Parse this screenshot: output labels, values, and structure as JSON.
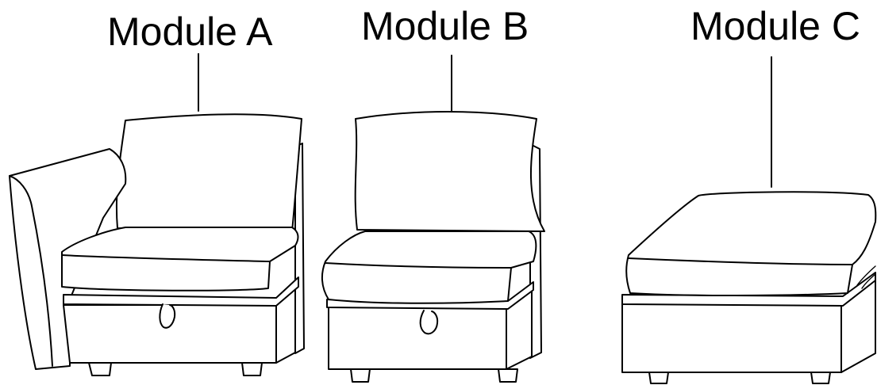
{
  "modules": [
    {
      "label": "Module A"
    },
    {
      "label": "Module B"
    },
    {
      "label": "Module C"
    }
  ]
}
